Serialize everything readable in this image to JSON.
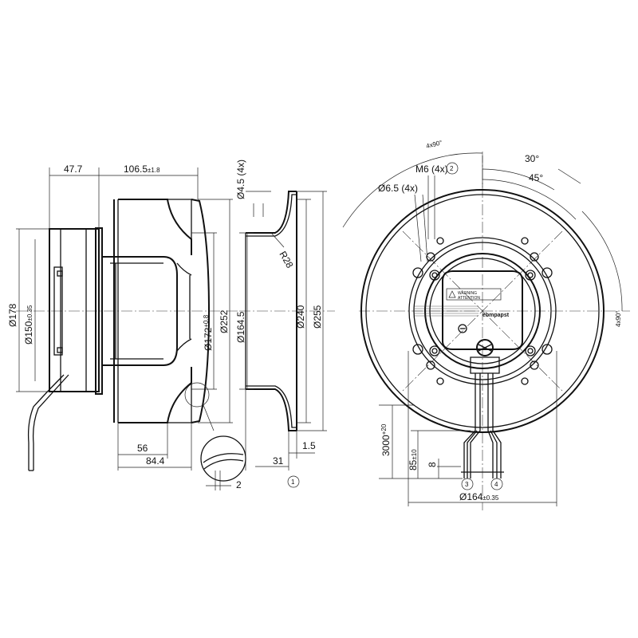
{
  "side_view": {
    "dimensions": {
      "top_left": "47.7",
      "top_right": "106.5",
      "top_right_tol": "±1.8",
      "left_outer": "Ø178",
      "left_inner": "Ø150",
      "left_inner_tol": "±0.35",
      "mid_a": "Ø172",
      "mid_a_tol": "+0.8",
      "mid_b": "Ø252",
      "bottom_a": "56",
      "bottom_b": "84.4",
      "detail": "2"
    }
  },
  "section_view": {
    "dimensions": {
      "hole": "Ø4.5 (4x)",
      "radius": "R28",
      "inner": "Ø164.5",
      "mid": "Ø240",
      "outer": "Ø255",
      "bottom_a": "31",
      "bottom_b": "1.5"
    },
    "callout": "1"
  },
  "front_view": {
    "dimensions": {
      "angle_top": "4x90°",
      "angle_right": "4x90°",
      "angle_30": "30°",
      "angle_45": "45°",
      "m6": "M6 (4x)",
      "m6_callout": "2",
      "hole": "Ø6.5 (4x)",
      "cable_length": "3000",
      "cable_length_tol": "+20",
      "strip_len": "85",
      "strip_len_tol": "±10",
      "strip_end": "8",
      "bottom_dia": "Ø164",
      "bottom_dia_tol": "±0.35"
    },
    "callouts": [
      "3",
      "4"
    ],
    "label": {
      "warning": "WARNING",
      "attention": "ATTENTION",
      "brand": "ebmpapst"
    }
  }
}
